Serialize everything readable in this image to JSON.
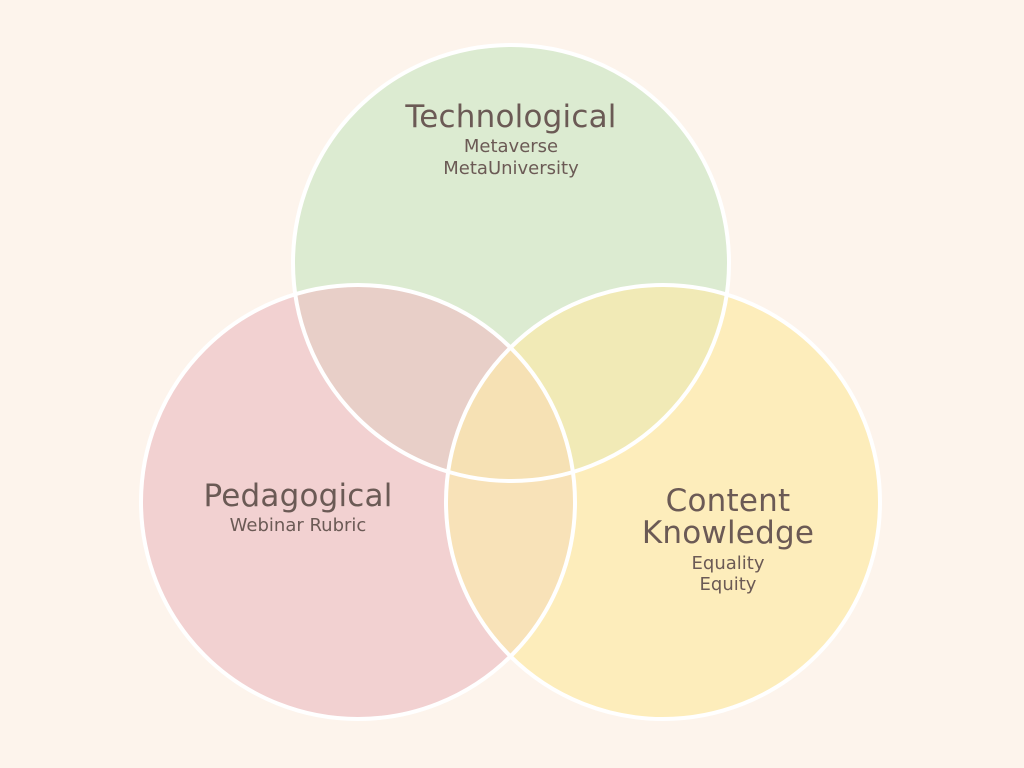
{
  "diagram": {
    "type": "venn",
    "background": "#fdf4ec",
    "stroke_color": "#ffffff",
    "circles": [
      {
        "name": "Technological",
        "title": "Technological",
        "items": [
          "Metaverse",
          "MetaUniversity"
        ],
        "fill": "#dcebd1"
      },
      {
        "name": "Pedagogical",
        "title": "Pedagogical",
        "items": [
          "Webinar Rubric"
        ],
        "fill": "#f2d1d1"
      },
      {
        "name": "Content Knowledge",
        "title_line1": "Content",
        "title_line2": "Knowledge",
        "items": [
          "Equality",
          "Equity"
        ],
        "fill": "#fdedbb"
      }
    ],
    "overlap_fills": {
      "tech_ped": "#e8cfc8",
      "tech_content": "#f1eab6",
      "ped_content": "#f8e2b8",
      "all": "#f6e1b4"
    }
  }
}
